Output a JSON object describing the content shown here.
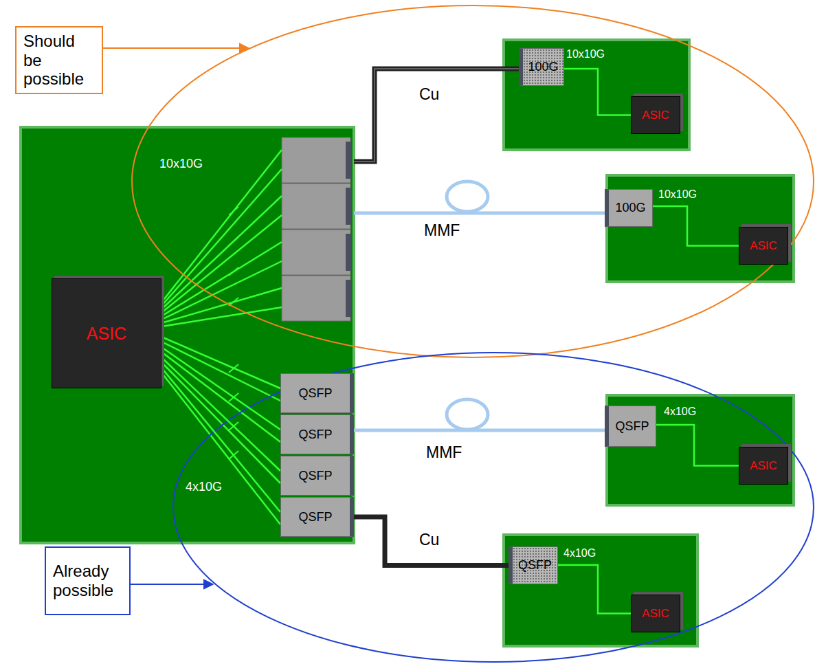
{
  "diagram": {
    "nodes": [
      {
        "text": [
          "Should be possible"
        ]
      },
      {
        "text": [
          "100G"
        ]
      },
      {
        "text": [
          "ASIC"
        ]
      },
      {
        "text": [
          "100G"
        ]
      },
      {
        "text": [
          "ASIC"
        ]
      },
      {
        "text": [
          "ASIC"
        ]
      },
      {
        "text": [
          "QSFP"
        ]
      },
      {
        "text": [
          "QSFP"
        ]
      },
      {
        "text": [
          "QSFP"
        ]
      },
      {
        "text": [
          "QSFP"
        ]
      },
      {
        "text": [
          "QSFP"
        ]
      },
      {
        "text": [
          "ASIC"
        ]
      },
      {
        "text": [
          "QSFP"
        ]
      },
      {
        "text": [
          "ASIC"
        ]
      },
      {
        "text": [
          "Already possible"
        ]
      }
    ],
    "edges": [
      {
        "from": 5,
        "to": 6,
        "arrow": "none"
      },
      {
        "from": 5,
        "to": 7,
        "arrow": "none"
      },
      {
        "from": 5,
        "to": 8,
        "arrow": "none"
      },
      {
        "from": 5,
        "to": 9,
        "arrow": "none"
      },
      {
        "from": 1,
        "to": 2,
        "label": "10x10G",
        "arrow": "none"
      },
      {
        "from": 3,
        "to": 4,
        "label": "10x10G",
        "arrow": "none"
      },
      {
        "from": 7,
        "to": 10,
        "label": "MMF",
        "arrow": "none"
      },
      {
        "from": 10,
        "to": 11,
        "label": "4x10G",
        "arrow": "none"
      },
      {
        "from": 9,
        "to": 12,
        "label": "Cu",
        "arrow": "none"
      },
      {
        "from": 12,
        "to": 13,
        "label": "4x10G",
        "arrow": "none"
      }
    ],
    "labels": [
      "10x10G",
      "Cu",
      "MMF",
      "4x10G"
    ]
  }
}
